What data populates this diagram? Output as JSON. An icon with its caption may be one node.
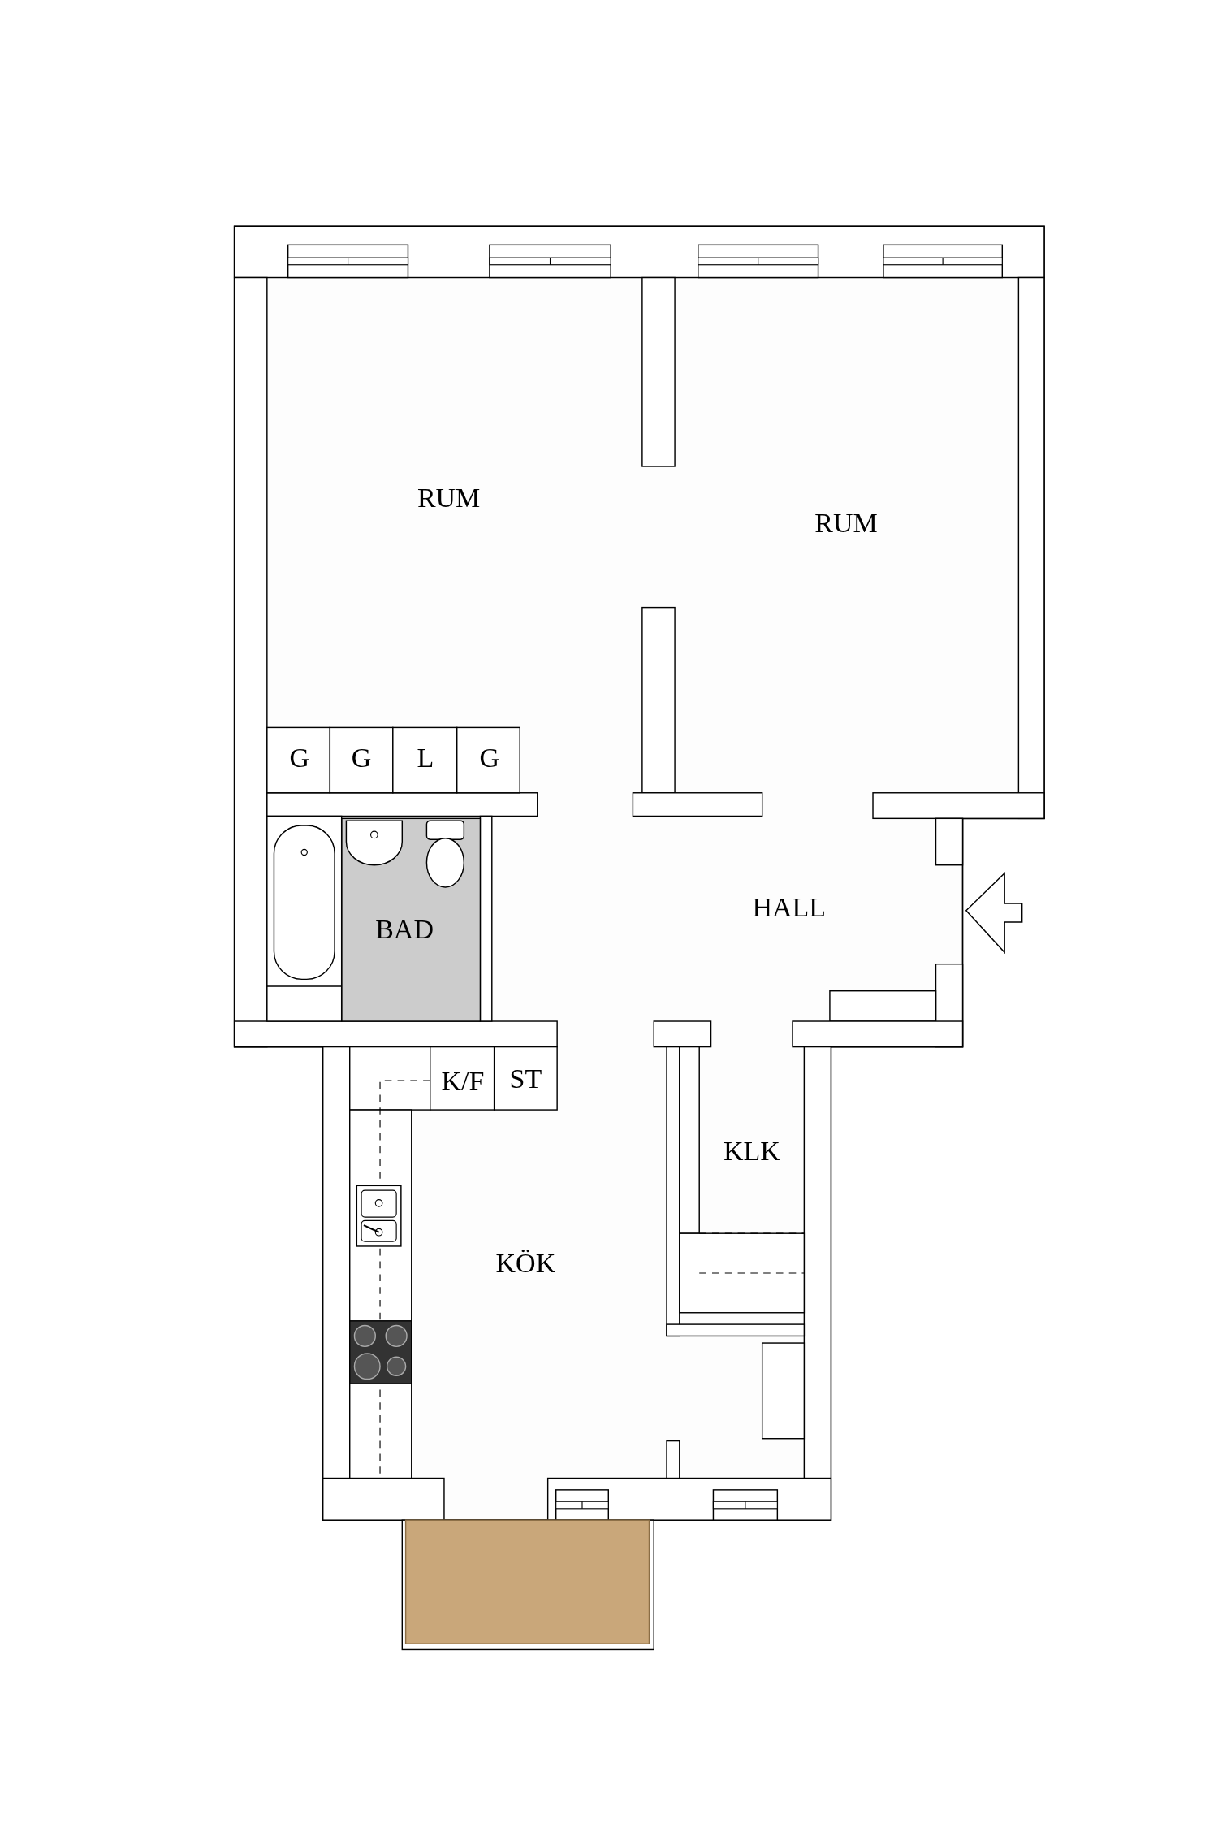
{
  "diagram": {
    "labels": [
      "RUM",
      "RUM",
      "G",
      "G",
      "L",
      "G",
      "BAD",
      "HALL",
      "K/F",
      "ST",
      "KLK",
      "KÖK"
    ]
  }
}
